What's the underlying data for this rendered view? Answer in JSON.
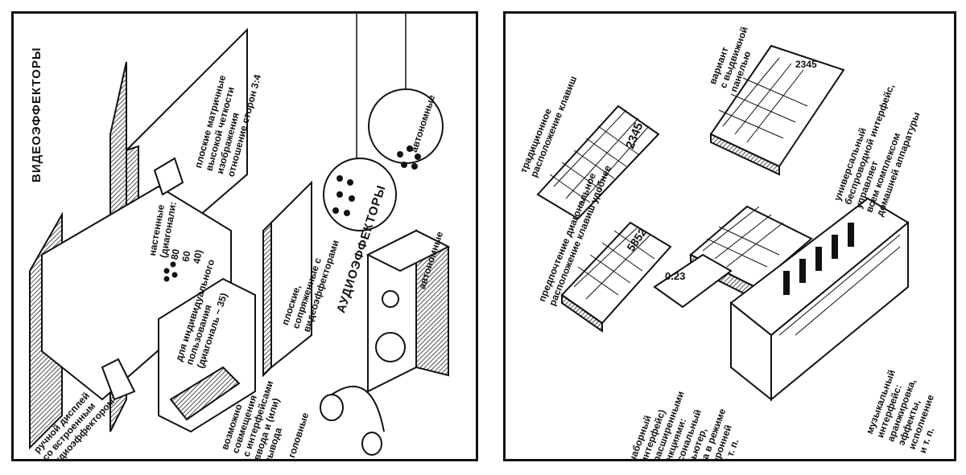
{
  "left": {
    "heading_video": "ВИДЕОЭФФЕКТОРЫ",
    "heading_audio": "АУДИОЭФФЕКТОРЫ",
    "flat_matrix": "плоские матричные\nвысокой четкости\nизображения\nотношение сторон 3:4",
    "wall_mounted": "настенные\n(диагонали:\n80\n60\n40)",
    "individual": "для индивидуального\nпользования\n(диагональ ~ 35)",
    "combinable": "возможно\nсовмещения\nс интерфейсами\nввода и (или)\nвывода",
    "flat_paired": "плоские,\nсопряженные с\nвидеоэффекторами",
    "autonomous_top": "автономные",
    "autonomous_side": "автономные",
    "handheld": "ручной дисплей\nсо встроенным\nаудиоэффектором",
    "headphones": "головные"
  },
  "right": {
    "traditional": "традиционное\nрасположение клавиш",
    "traditional_display": "2345",
    "preferred": "предпочтение диагональное\nрасположение клавиш удобнее",
    "preferred_display": "5852",
    "variant_display": "2345",
    "variant": "вариант\nс выдвижной\nпанелью",
    "universal": "универсальный\nбеспроводной интерфейс,\nуправляет\nвсем комплексом\nдомашней аппаратуры",
    "dial_interface": "наборный\n(интерфейс)\nс расширенными\nфункциями:\nперсональный\nкомпьютер,\nработа в режиме\nдвусторонней\nсвязи и т. п.",
    "dial_display": "0.23",
    "music": "музыкальный\nинтерфейс:\nаранжировка,\nэффекты,\nисполнение\nи т. п."
  }
}
